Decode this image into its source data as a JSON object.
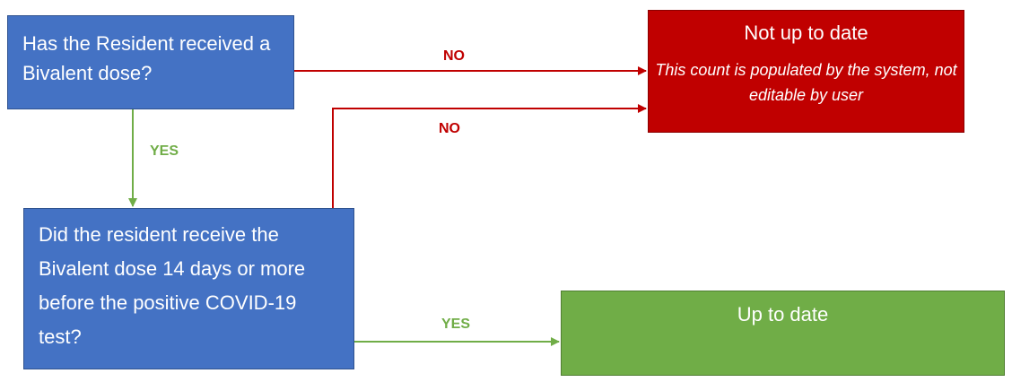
{
  "nodes": {
    "question_1": "Has the Resident received a Bivalent dose?",
    "question_2": "Did the resident receive the Bivalent dose 14 days or more before the positive COVID-19 test?",
    "not_up_to_date": {
      "title": "Not up to date",
      "note": "This count is populated by the system, not editable by user"
    },
    "up_to_date": {
      "title": "Up to date"
    }
  },
  "edges": {
    "q1_no": "NO",
    "q1_yes": "YES",
    "q2_no": "NO",
    "q2_yes": "YES"
  },
  "colors": {
    "question_fill": "#4472c4",
    "not_up_to_date_fill": "#c00000",
    "up_to_date_fill": "#70ad47",
    "no_arrow": "#c00000",
    "yes_arrow": "#70ad47"
  }
}
